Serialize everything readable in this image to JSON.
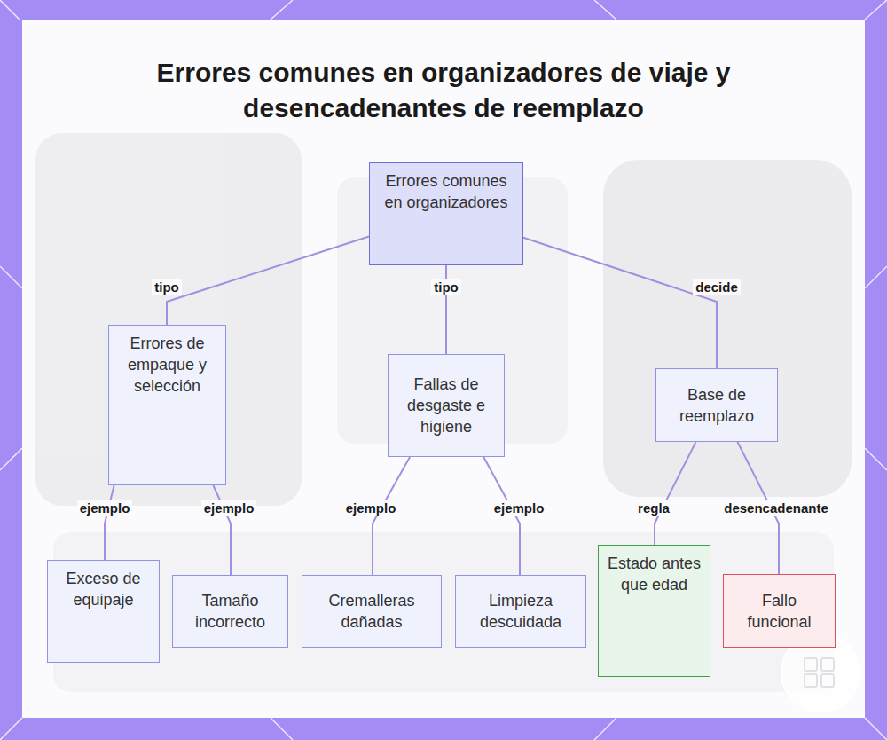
{
  "diagram": {
    "title": "Errores comunes en organizadores de viaje y desencadenantes de reemplazo",
    "nodes": [
      {
        "text": [
          "Errores comunes en organizadores"
        ]
      },
      {
        "text": [
          "Errores de empaque y selección"
        ]
      },
      {
        "text": [
          "Fallas de desgaste e higiene"
        ]
      },
      {
        "text": [
          "Base de reemplazo"
        ]
      },
      {
        "text": [
          "Exceso de equipaje"
        ]
      },
      {
        "text": [
          "Tamaño incorrecto"
        ]
      },
      {
        "text": [
          "Cremalleras dañadas"
        ]
      },
      {
        "text": [
          "Limpieza descuidada"
        ]
      },
      {
        "text": [
          "Estado antes que edad"
        ]
      },
      {
        "text": [
          "Fallo funcional"
        ]
      }
    ],
    "edges": [
      {
        "from": 0,
        "to": 1,
        "label": "tipo",
        "arrow": "none"
      },
      {
        "from": 0,
        "to": 2,
        "label": "tipo",
        "arrow": "none"
      },
      {
        "from": 0,
        "to": 3,
        "label": "decide",
        "arrow": "none"
      },
      {
        "from": 1,
        "to": 4,
        "label": "ejemplo",
        "arrow": "none"
      },
      {
        "from": 1,
        "to": 5,
        "label": "ejemplo",
        "arrow": "none"
      },
      {
        "from": 2,
        "to": 6,
        "label": "ejemplo",
        "arrow": "none"
      },
      {
        "from": 2,
        "to": 7,
        "label": "ejemplo",
        "arrow": "none"
      },
      {
        "from": 3,
        "to": 8,
        "label": "regla",
        "arrow": "none"
      },
      {
        "from": 3,
        "to": 9,
        "label": "desencadenante",
        "arrow": "none"
      }
    ]
  }
}
